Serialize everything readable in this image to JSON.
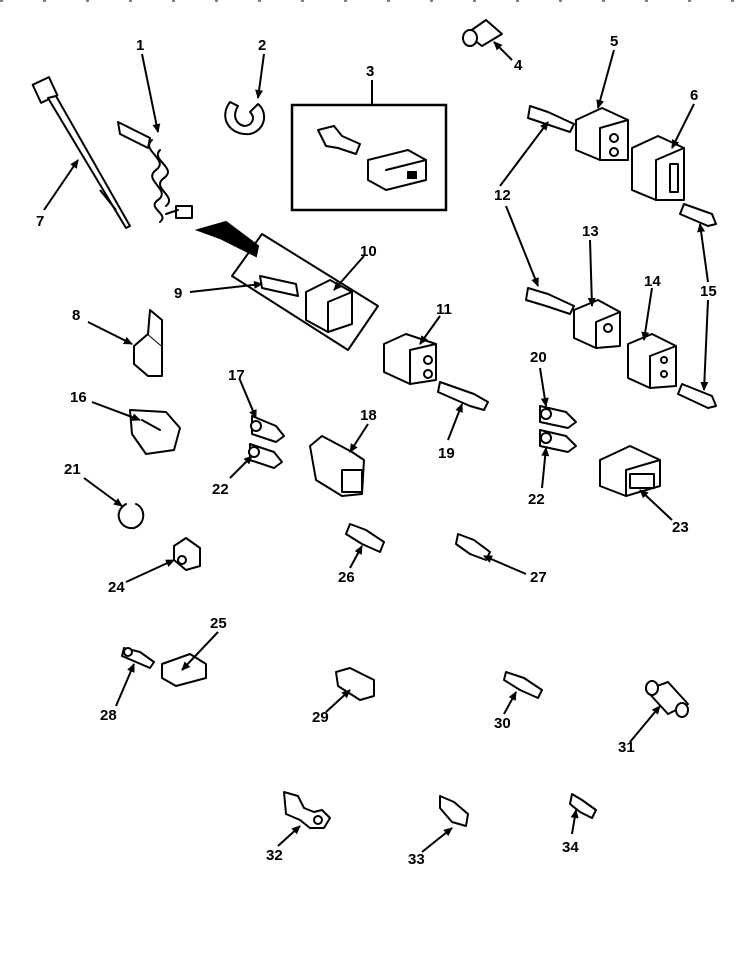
{
  "diagram": {
    "callouts": [
      "1",
      "2",
      "3",
      "4",
      "5",
      "6",
      "7",
      "8",
      "9",
      "10",
      "11",
      "12",
      "12",
      "13",
      "14",
      "15",
      "15",
      "16",
      "17",
      "18",
      "19",
      "20",
      "21",
      "22",
      "22",
      "23",
      "24",
      "25",
      "26",
      "27",
      "28",
      "29",
      "30",
      "31",
      "32",
      "33",
      "34"
    ]
  }
}
